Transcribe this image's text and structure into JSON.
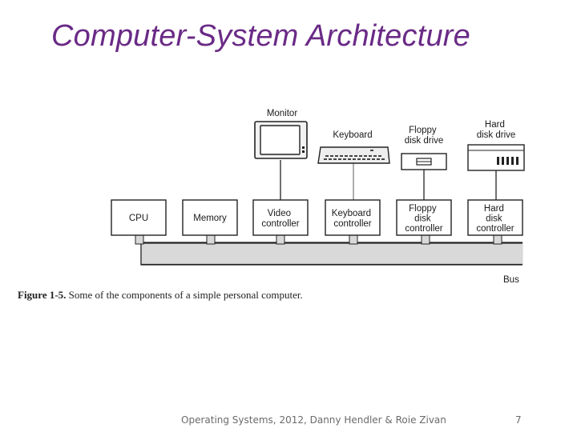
{
  "slide": {
    "title": "Computer-System Architecture",
    "footer": "Operating Systems, 2012, Danny Hendler & Roie Zivan",
    "page_number": "7"
  },
  "diagram": {
    "devices": [
      {
        "key": "monitor",
        "label": "Monitor"
      },
      {
        "key": "keyboard",
        "label": "Keyboard"
      },
      {
        "key": "floppy",
        "label": [
          "Floppy",
          "disk drive"
        ]
      },
      {
        "key": "harddisk",
        "label": [
          "Hard",
          "disk drive"
        ]
      }
    ],
    "components": [
      {
        "key": "cpu",
        "label": [
          "CPU"
        ]
      },
      {
        "key": "memory",
        "label": [
          "Memory"
        ]
      },
      {
        "key": "video",
        "label": [
          "Video",
          "controller"
        ]
      },
      {
        "key": "keyboard-ctrl",
        "label": [
          "Keyboard",
          "controller"
        ]
      },
      {
        "key": "floppy-ctrl",
        "label": [
          "Floppy",
          "disk",
          "controller"
        ]
      },
      {
        "key": "hard-ctrl",
        "label": [
          "Hard",
          "disk",
          "controller"
        ]
      }
    ],
    "bus_label": "Bus"
  },
  "caption": {
    "figure": "Figure 1-5.",
    "text": " Some of the components of a simple personal computer."
  },
  "colors": {
    "title": "#6a2a86",
    "bus_fill": "#d9d9d9",
    "stroke": "#222222"
  }
}
